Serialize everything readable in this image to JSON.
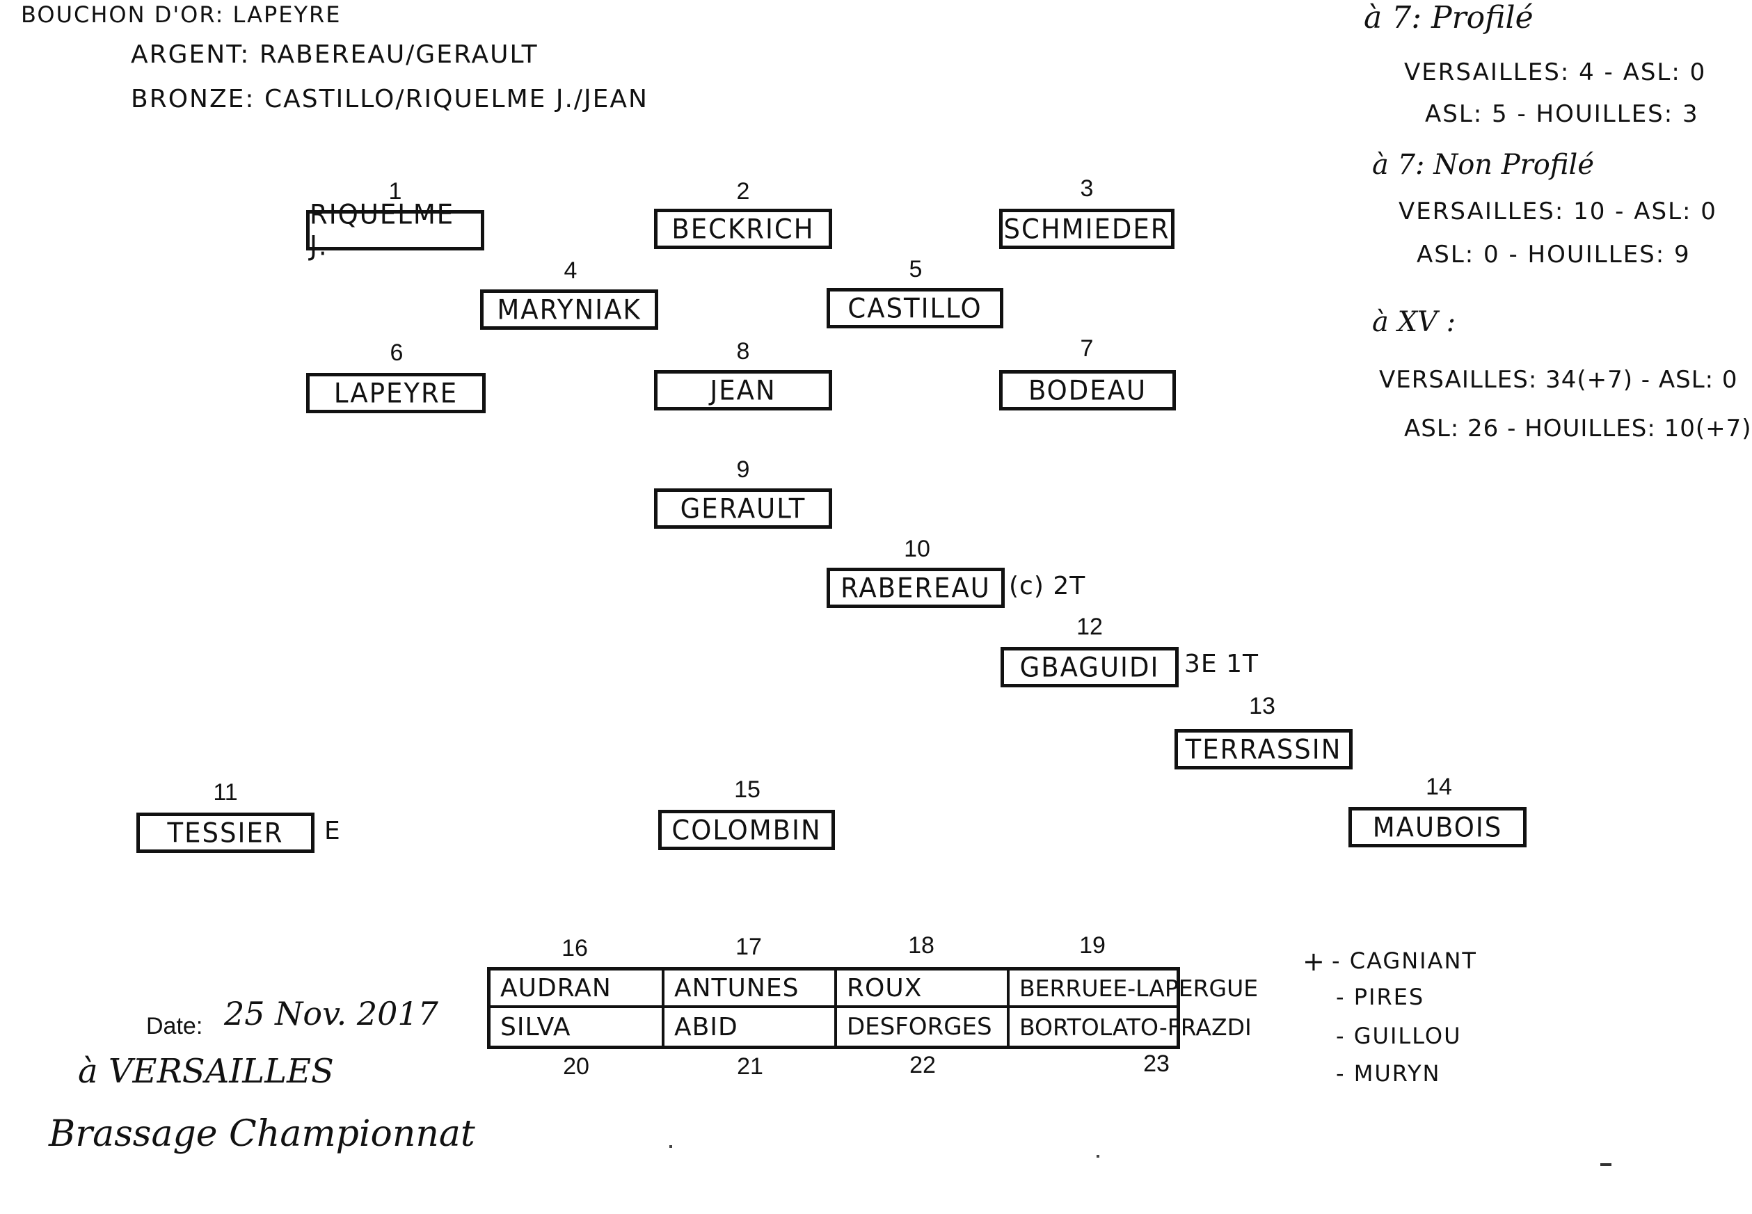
{
  "header": {
    "line1": "BOUCHON D'OR: LAPEYRE",
    "line2": "ARGENT: RABEREAU/GERAULT",
    "line3": "BRONZE: CASTILLO/RIQUELME J./JEAN"
  },
  "positions": [
    {
      "num": "1",
      "name": "RIQUELME J."
    },
    {
      "num": "2",
      "name": "BECKRICH"
    },
    {
      "num": "3",
      "name": "SCHMIEDER"
    },
    {
      "num": "4",
      "name": "MARYNIAK"
    },
    {
      "num": "5",
      "name": "CASTILLO"
    },
    {
      "num": "6",
      "name": "LAPEYRE"
    },
    {
      "num": "8",
      "name": "JEAN"
    },
    {
      "num": "7",
      "name": "BODEAU"
    },
    {
      "num": "9",
      "name": "GERAULT"
    },
    {
      "num": "10",
      "name": "RABEREAU",
      "note": "(c) 2T"
    },
    {
      "num": "12",
      "name": "GBAGUIDI",
      "note": "3E 1T"
    },
    {
      "num": "13",
      "name": "TERRASSIN"
    },
    {
      "num": "11",
      "name": "TESSIER",
      "note": "E"
    },
    {
      "num": "15",
      "name": "COLOMBIN"
    },
    {
      "num": "14",
      "name": "MAUBOIS"
    }
  ],
  "bench": {
    "top_numbers": [
      "16",
      "17",
      "18",
      "19"
    ],
    "row1": [
      "AUDRAN",
      "ANTUNES",
      "ROUX",
      "BERRUEE-LAPERGUE"
    ],
    "row2": [
      "SILVA",
      "ABID",
      "DESFORGES",
      "BORTOLATO-FRAZDI"
    ],
    "bottom_numbers": [
      "20",
      "21",
      "22",
      "23"
    ]
  },
  "extras": {
    "prefix": "+",
    "names": [
      "- CAGNIANT",
      "- PIRES",
      "- GUILLOU",
      "- MURYN"
    ]
  },
  "stats": {
    "h1": "à 7: Profilé",
    "l1": "VERSAILLES: 4 - ASL: 0",
    "l2": "ASL: 5 - HOUILLES: 3",
    "h2": "à 7: Non Profilé",
    "l3": "VERSAILLES: 10 - ASL: 0",
    "l4": "ASL: 0 - HOUILLES: 9",
    "h3": "à XV :",
    "l5": "VERSAILLES: 34(+7) - ASL: 0",
    "l6": "ASL: 26 - HOUILLES: 10(+7)"
  },
  "footer": {
    "date_label": "Date:",
    "date_value": "25 Nov. 2017",
    "place": "à VERSAILLES",
    "event": "Brassage Championnat"
  }
}
